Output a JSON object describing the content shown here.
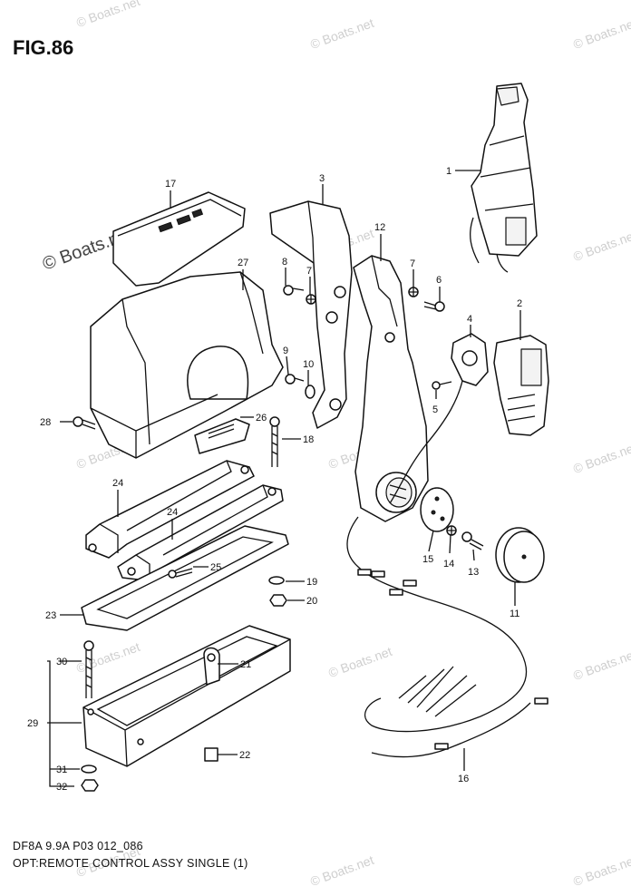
{
  "title": "FIG.86",
  "footer": {
    "line1": "DF8A 9.9A P03 012_086",
    "line2": "OPT:REMOTE CONTROL ASSY SINGLE (1)"
  },
  "watermark": "© Boats.net",
  "parts": [
    {
      "number": "1"
    },
    {
      "number": "2"
    },
    {
      "number": "3"
    },
    {
      "number": "4"
    },
    {
      "number": "5"
    },
    {
      "number": "6"
    },
    {
      "number": "7"
    },
    {
      "number": "7"
    },
    {
      "number": "8"
    },
    {
      "number": "9"
    },
    {
      "number": "10"
    },
    {
      "number": "11"
    },
    {
      "number": "12"
    },
    {
      "number": "13"
    },
    {
      "number": "14"
    },
    {
      "number": "15"
    },
    {
      "number": "16"
    },
    {
      "number": "17"
    },
    {
      "number": "18"
    },
    {
      "number": "19"
    },
    {
      "number": "20"
    },
    {
      "number": "21"
    },
    {
      "number": "22"
    },
    {
      "number": "23"
    },
    {
      "number": "24"
    },
    {
      "number": "24"
    },
    {
      "number": "25"
    },
    {
      "number": "26"
    },
    {
      "number": "27"
    },
    {
      "number": "28"
    },
    {
      "number": "29"
    },
    {
      "number": "30"
    },
    {
      "number": "31"
    },
    {
      "number": "32"
    }
  ]
}
